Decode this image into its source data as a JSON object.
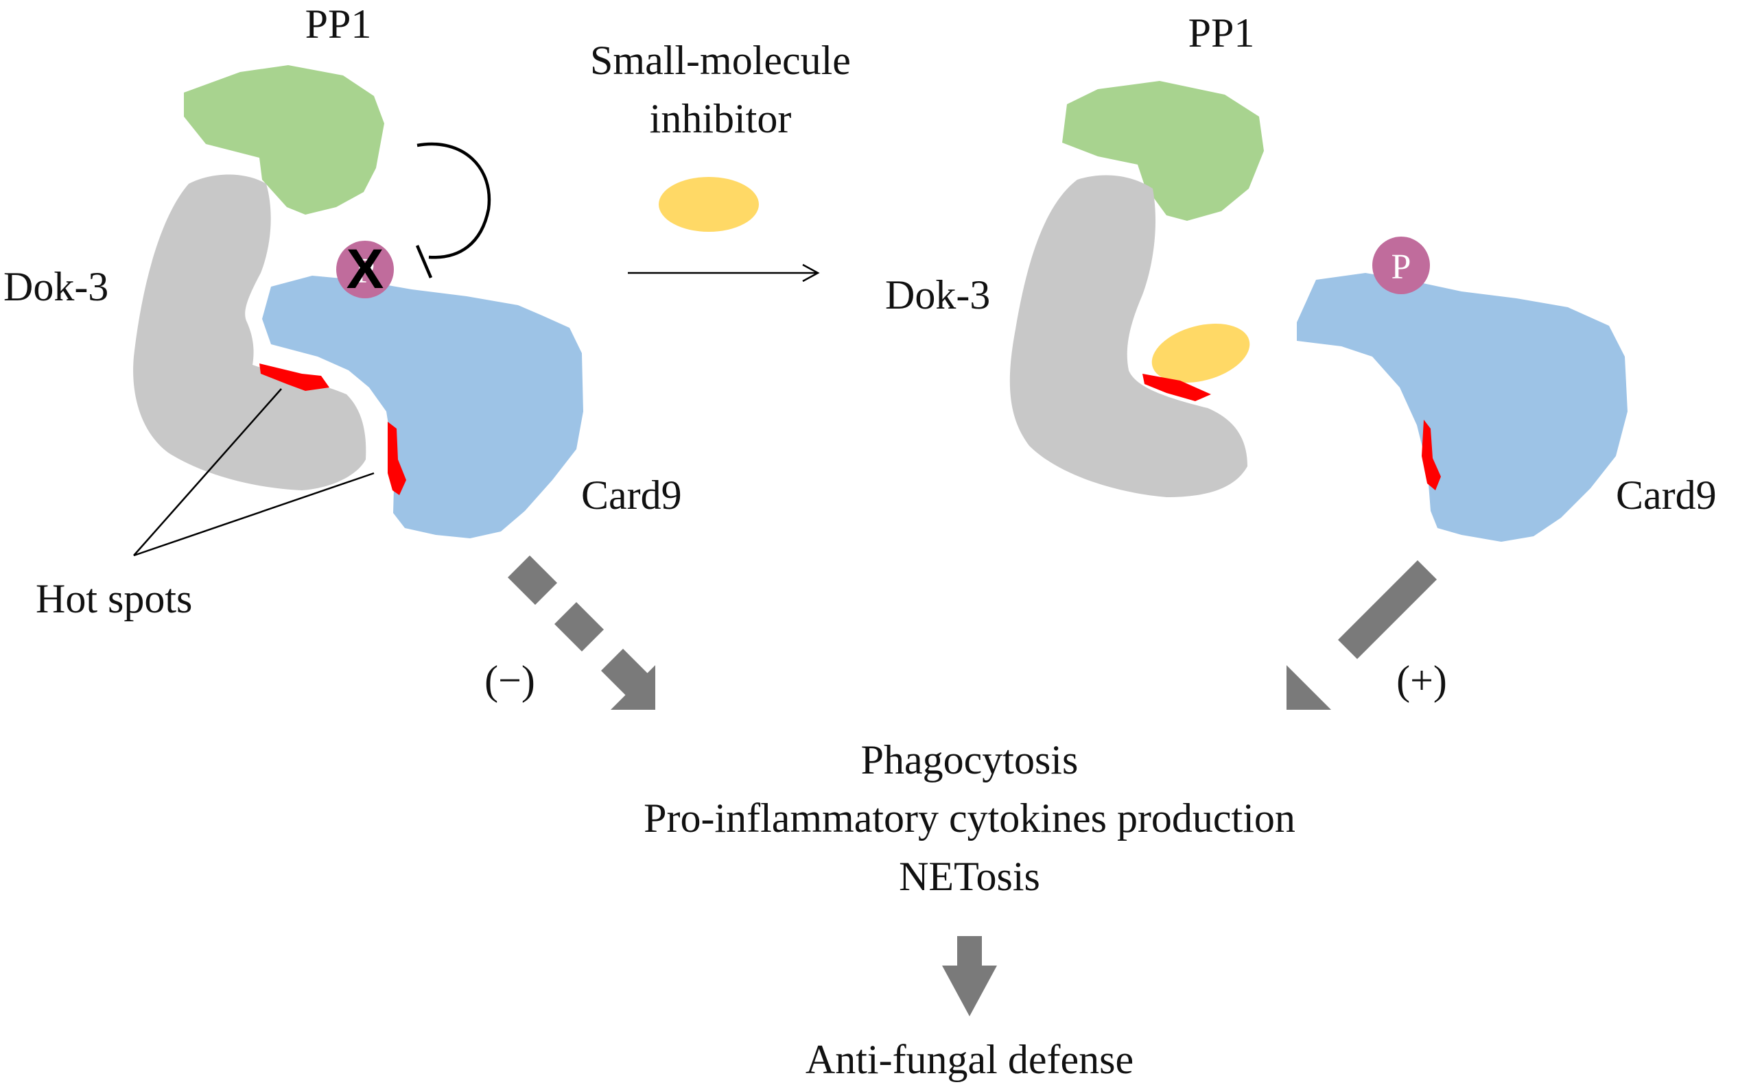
{
  "left_panel": {
    "pp1_label": "PP1",
    "dok3_label": "Dok-3",
    "card9_label": "Card9",
    "hot_spots_label": "Hot spots",
    "phospho_label": "P",
    "block_mark": "X",
    "effect_sign": "(−)"
  },
  "middle": {
    "inhibitor_line1": "Small-molecule",
    "inhibitor_line2": "inhibitor"
  },
  "right_panel": {
    "pp1_label": "PP1",
    "dok3_label": "Dok-3",
    "card9_label": "Card9",
    "phospho_label": "P",
    "effect_sign": "(+)"
  },
  "outcomes": {
    "line1": "Phagocytosis",
    "line2": "Pro-inflammatory cytokines production",
    "line3": "NETosis",
    "final": "Anti-fungal defense"
  },
  "colors": {
    "pp1": "#a8d38f",
    "dok3": "#c8c8c8",
    "card9": "#9dc3e6",
    "inhibitor": "#ffd966",
    "phospho": "#c06c9c",
    "hot_spot": "#ff0000",
    "arrow": "#7a7a7a"
  }
}
